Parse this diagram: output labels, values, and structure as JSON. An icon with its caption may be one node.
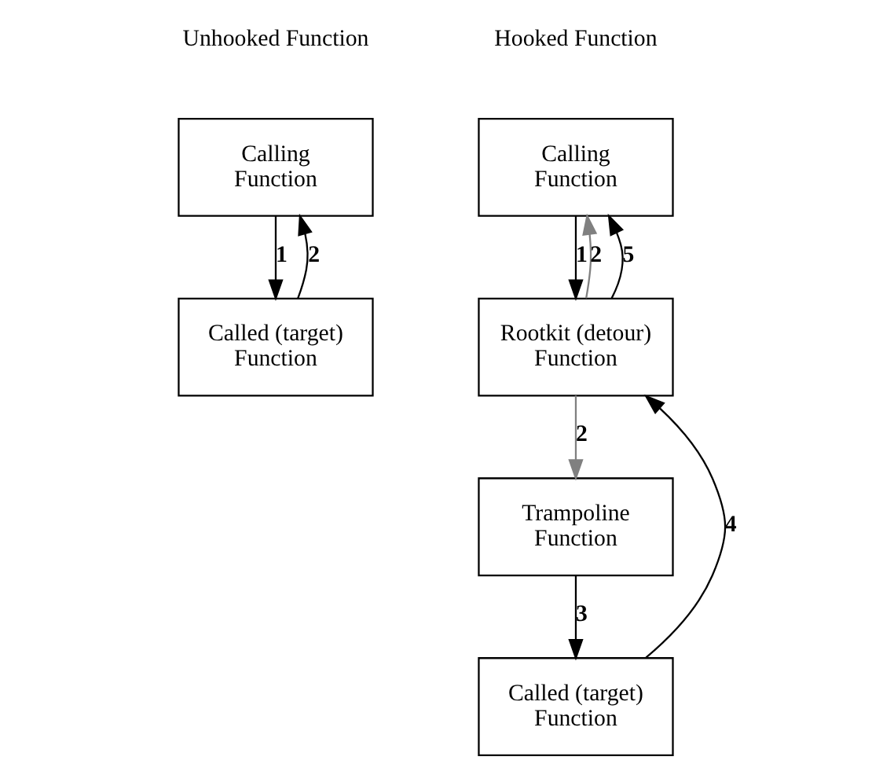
{
  "diagram": {
    "nodes": [
      {
        "text": [
          "Calling Function"
        ]
      },
      {
        "text": [
          "Called (target) Function"
        ]
      },
      {
        "text": [
          "Calling Function"
        ]
      },
      {
        "text": [
          "Rootkit (detour) Function"
        ]
      },
      {
        "text": [
          "Trampoline Function"
        ]
      },
      {
        "text": [
          "Called (target) Function"
        ]
      }
    ],
    "edges": [
      {
        "from": 0,
        "to": 1,
        "arrow": "to",
        "label": "1"
      },
      {
        "from": 1,
        "to": 0,
        "arrow": "to",
        "label": "2"
      },
      {
        "from": 2,
        "to": 3,
        "arrow": "to",
        "label": "1"
      },
      {
        "from": 3,
        "to": 2,
        "arrow": "to",
        "label": "2",
        "color": "#808080"
      },
      {
        "from": 3,
        "to": 4,
        "arrow": "to",
        "label": "2",
        "color": "#808080"
      },
      {
        "from": 4,
        "to": 5,
        "arrow": "to",
        "label": "3"
      },
      {
        "from": 5,
        "to": 3,
        "arrow": "to",
        "label": "4"
      },
      {
        "from": 3,
        "to": 2,
        "arrow": "to",
        "label": "5"
      }
    ],
    "labels": [
      "Unhooked Function",
      "Hooked Function"
    ]
  }
}
